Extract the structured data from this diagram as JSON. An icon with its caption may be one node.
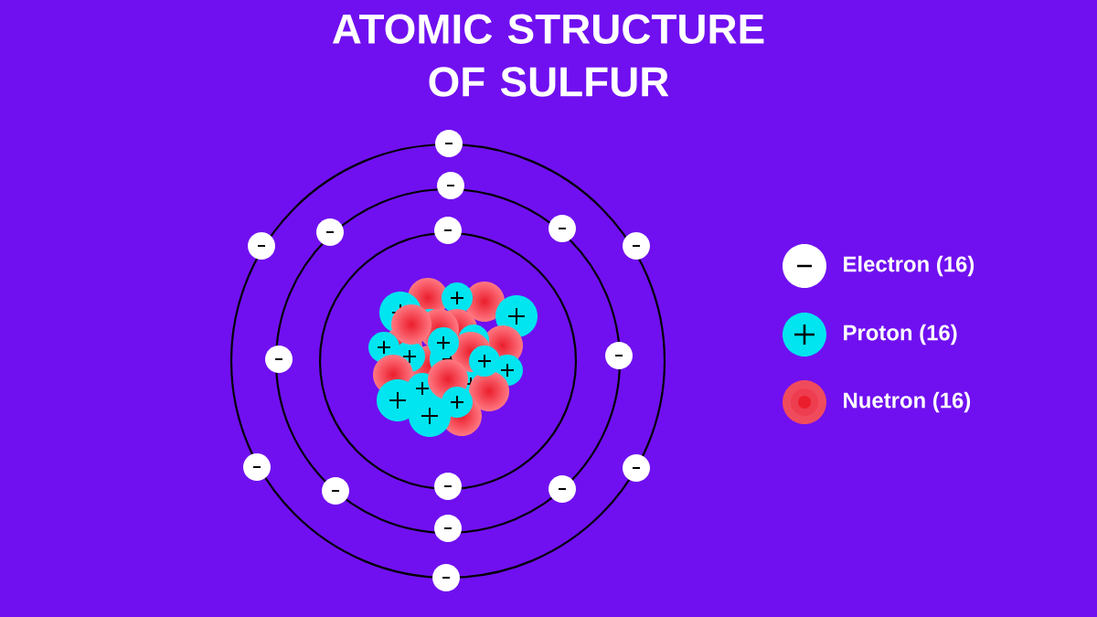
{
  "diagram": {
    "title": "ATOMIC STRUCTURE OF SULFUR",
    "legend": [
      {
        "text": "Electron (16)",
        "color": "#ffffff"
      },
      {
        "text": "Proton (16)",
        "color": "#00e5f0"
      },
      {
        "text": "Nuetron (16)",
        "color": "#f04b5c"
      }
    ]
  }
}
